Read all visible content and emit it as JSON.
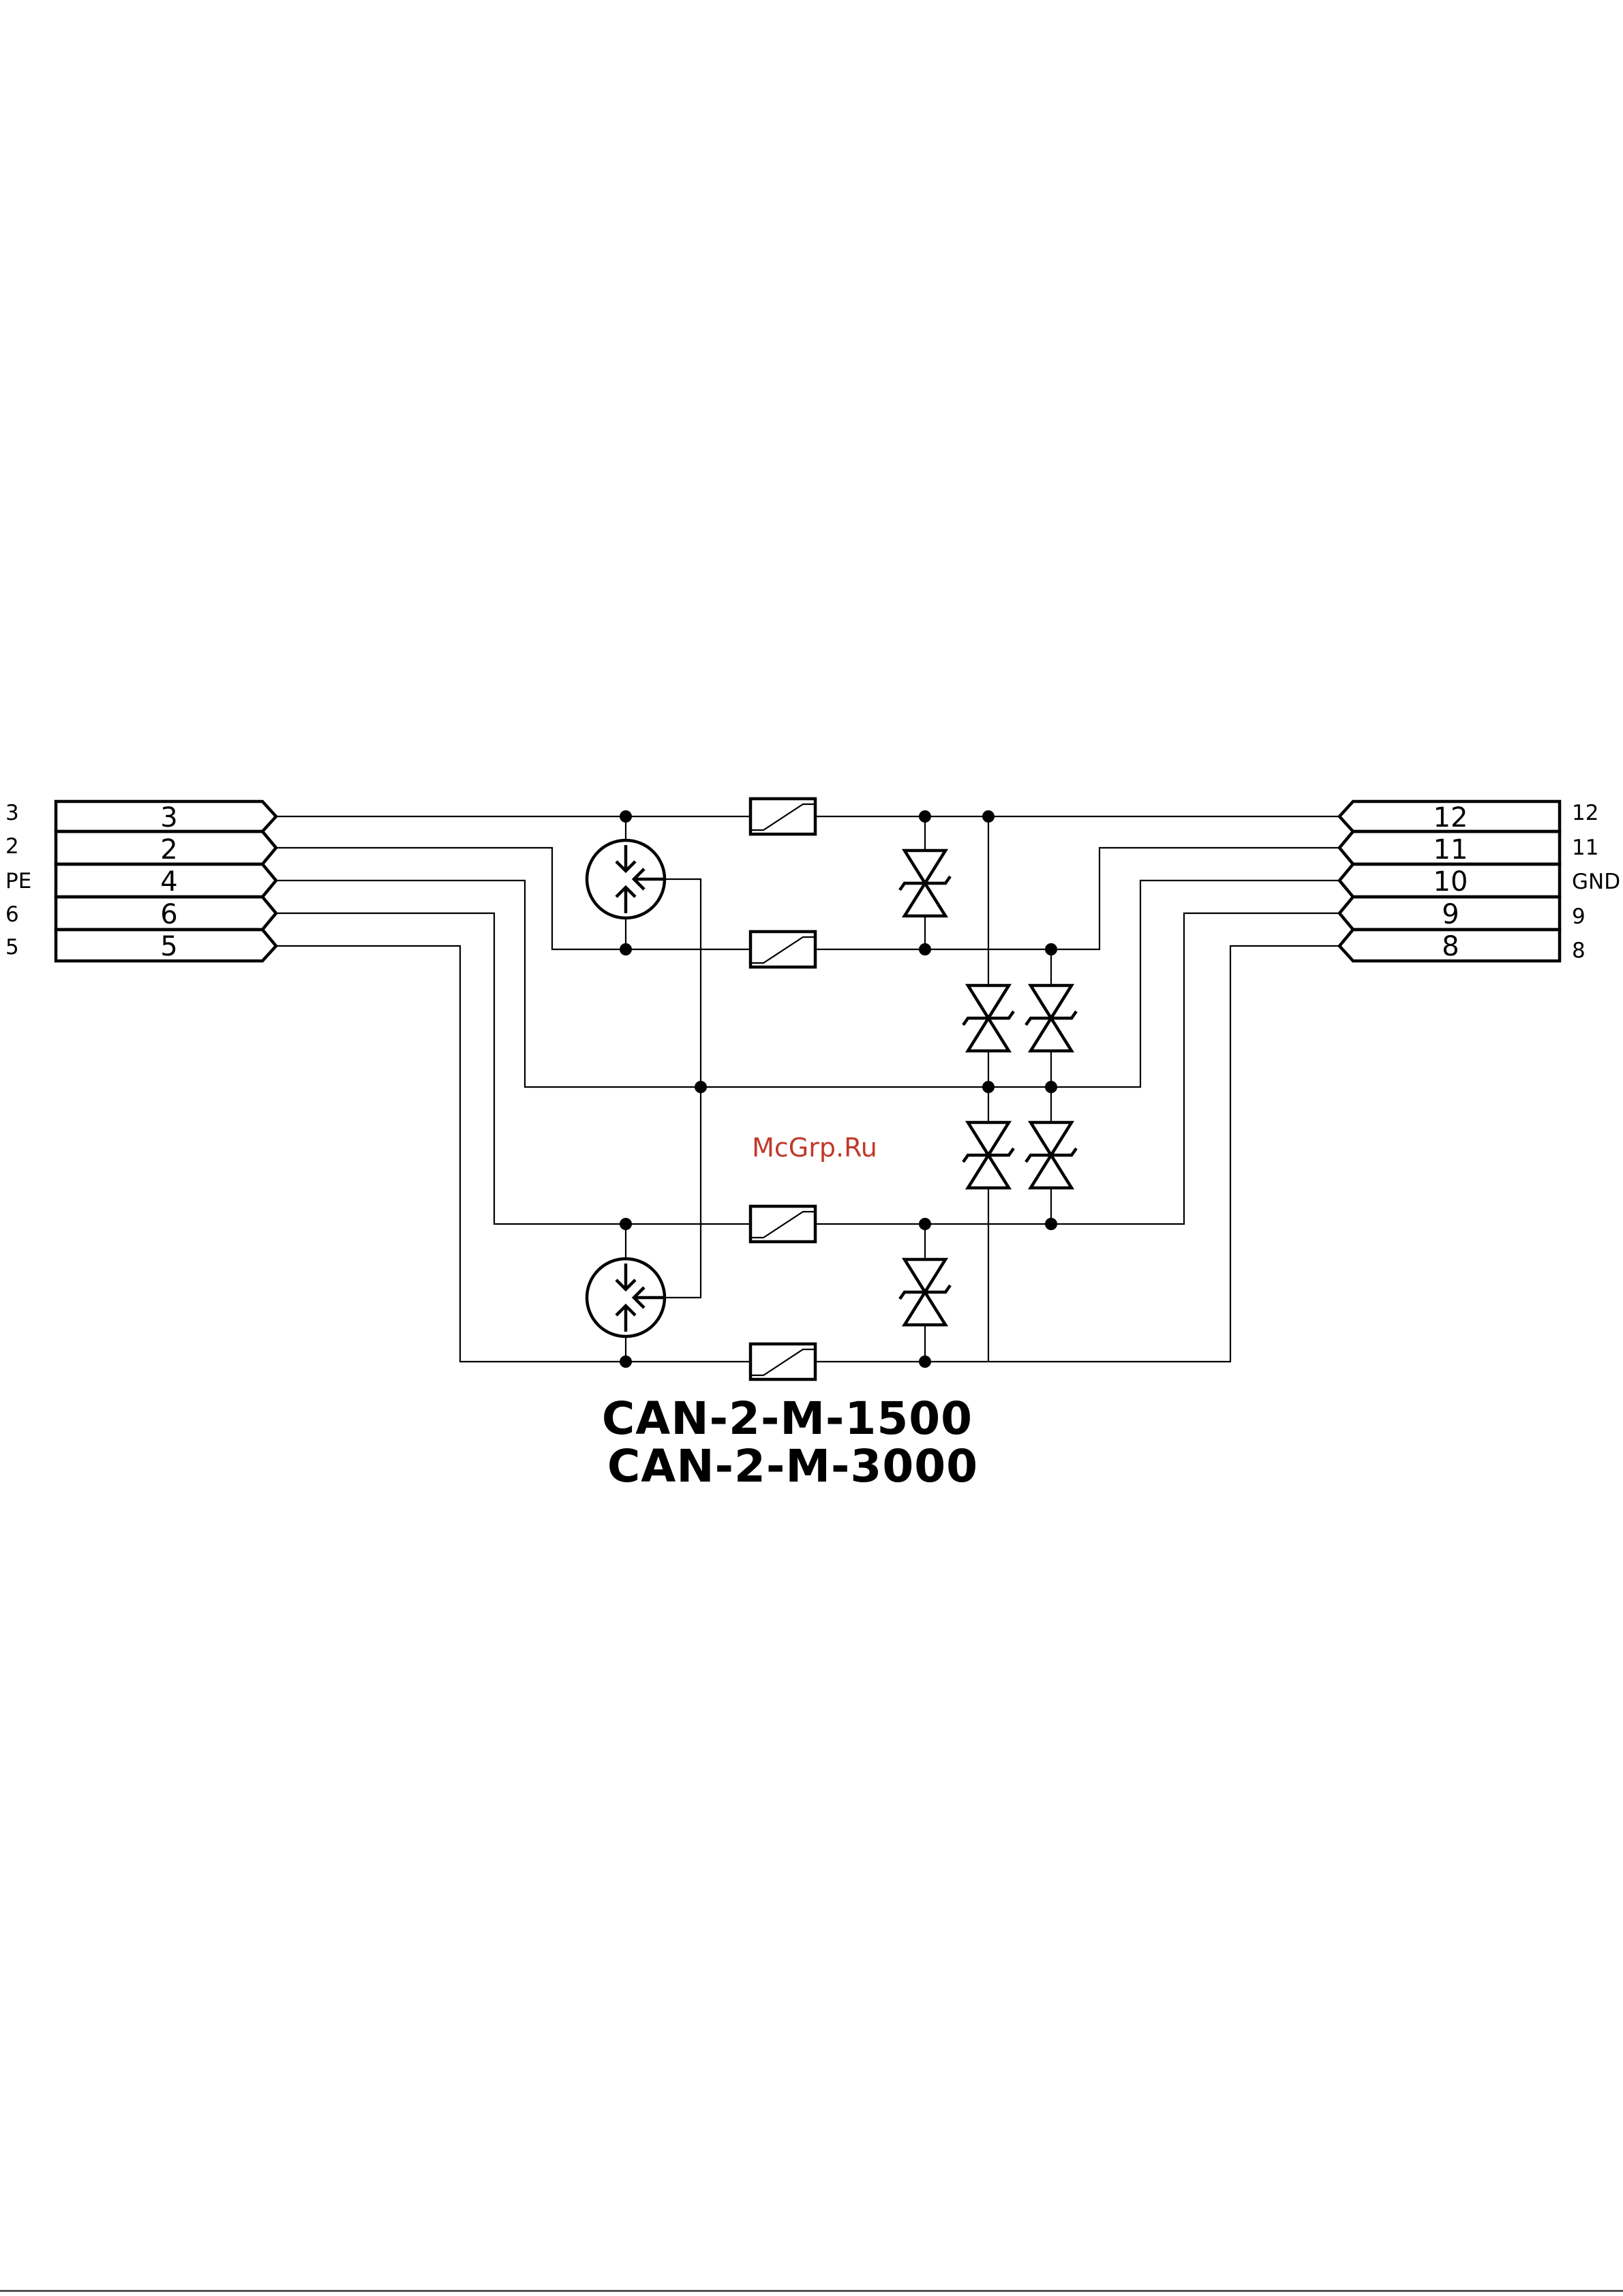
{
  "left_connector": {
    "outer_labels": [
      "3",
      "2",
      "PE",
      "6",
      "5"
    ],
    "terminal_numbers": [
      "3",
      "2",
      "4",
      "6",
      "5"
    ]
  },
  "right_connector": {
    "outer_labels": [
      "12",
      "11",
      "GND",
      "9",
      "8"
    ],
    "terminal_numbers": [
      "12",
      "11",
      "10",
      "9",
      "8"
    ]
  },
  "components": {
    "gas_discharge_arresters": 2,
    "ptc_fuses": 4,
    "tvs_diodes": 6
  },
  "watermark": "McGrp.Ru",
  "models": [
    "CAN-2-M-1500",
    "CAN-2-M-3000"
  ]
}
